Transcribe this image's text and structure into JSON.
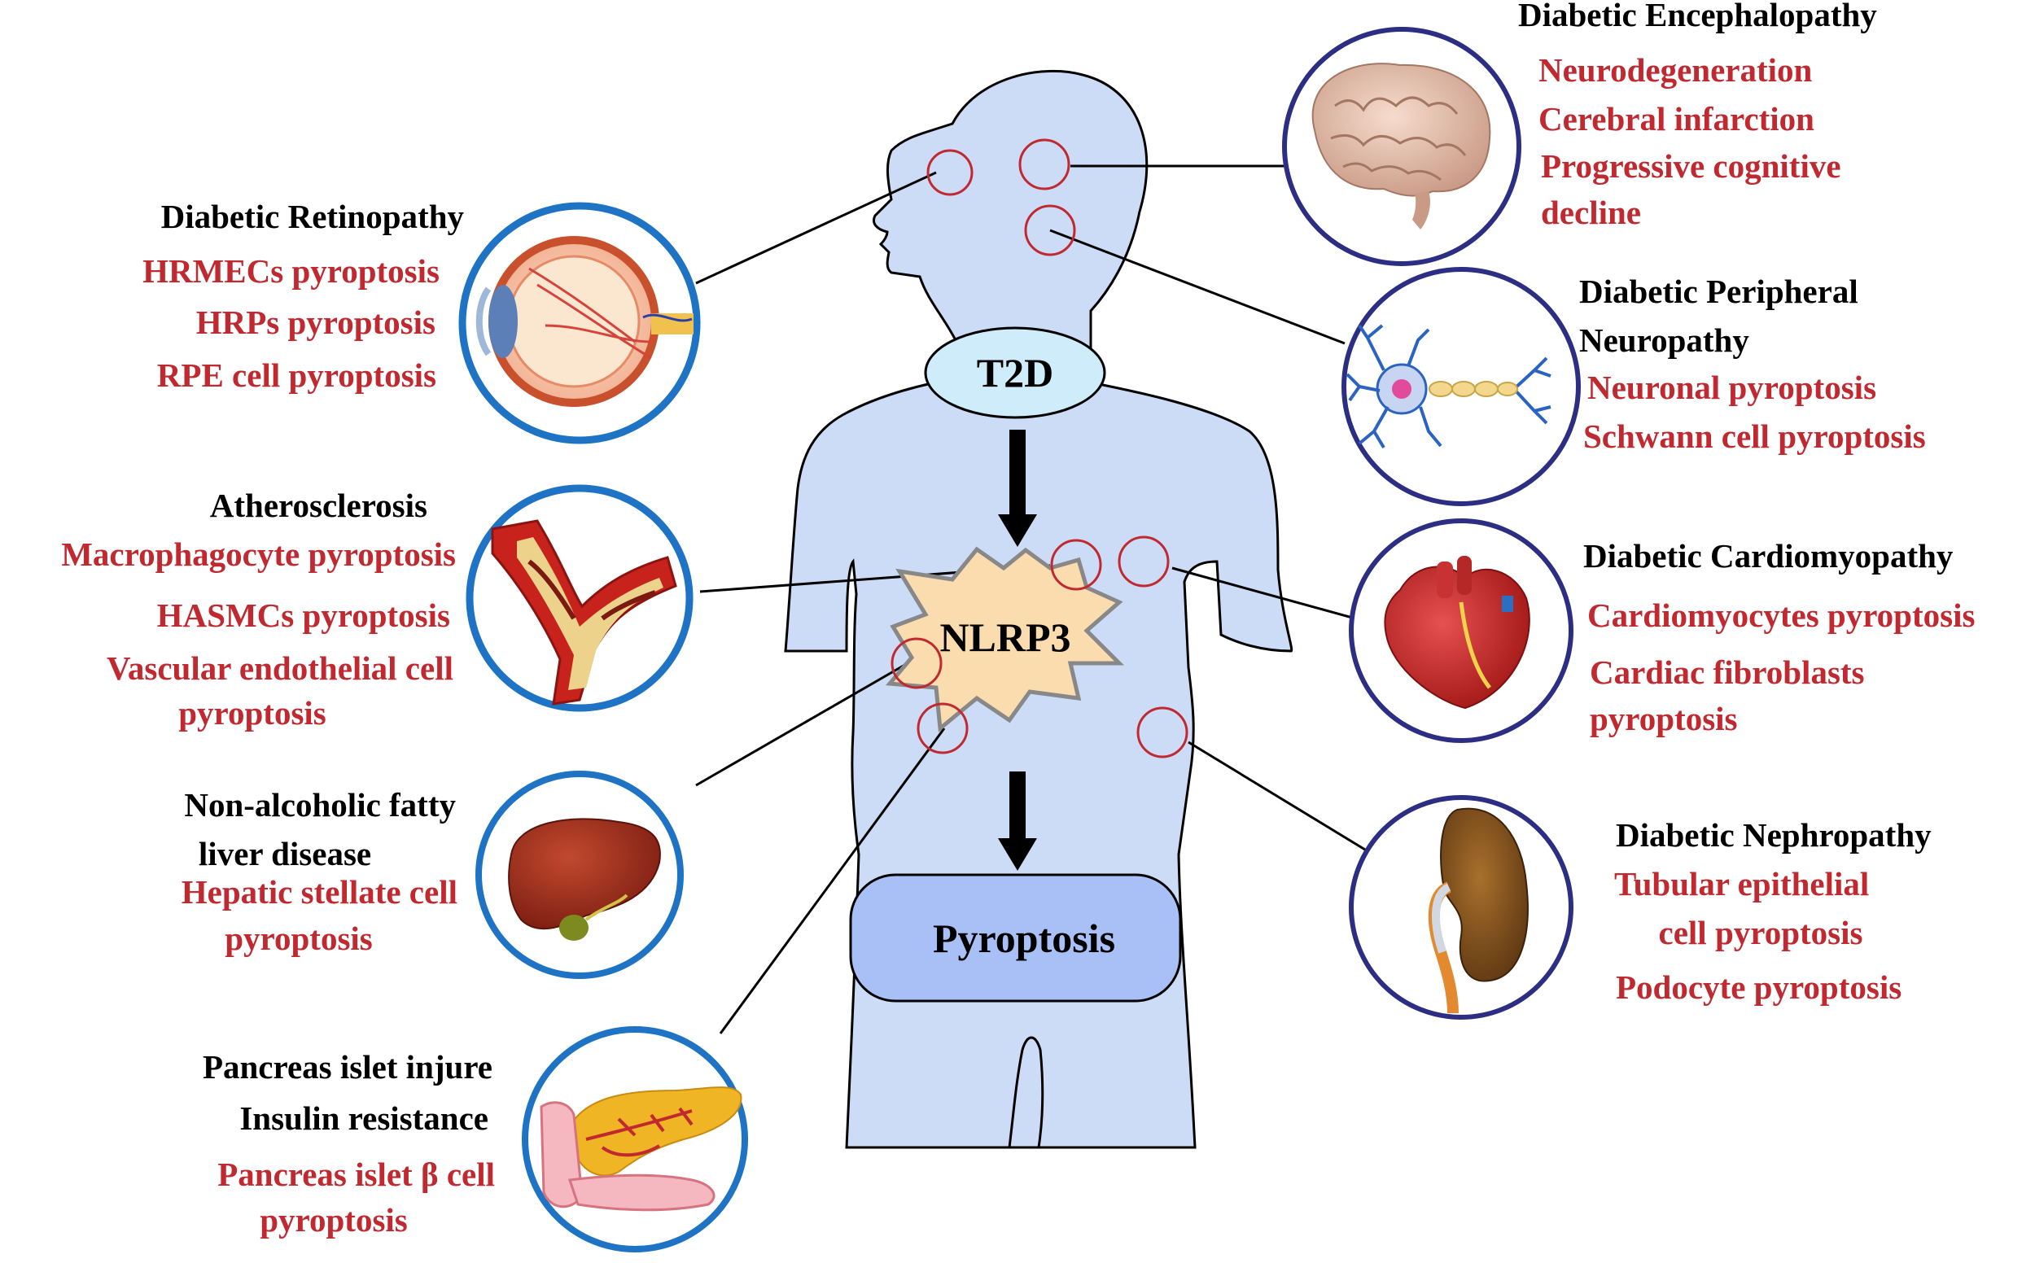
{
  "center": {
    "t2d": "T2D",
    "nlrp3": "NLRP3",
    "pyroptosis": "Pyroptosis"
  },
  "diseases": {
    "encephalopathy": {
      "title": "Diabetic Encephalopathy",
      "items": [
        "Neurodegeneration",
        "Cerebral infarction",
        "Progressive cognitive",
        "decline"
      ]
    },
    "retinopathy": {
      "title": "Diabetic Retinopathy",
      "items": [
        "HRMECs pyroptosis",
        "HRPs pyroptosis",
        "RPE cell pyroptosis"
      ]
    },
    "neuropathy": {
      "title": [
        "Diabetic Peripheral",
        "Neuropathy"
      ],
      "items": [
        "Neuronal pyroptosis",
        "Schwann cell pyroptosis"
      ]
    },
    "atherosclerosis": {
      "title": "Atherosclerosis",
      "items": [
        "Macrophagocyte pyroptosis",
        "HASMCs pyroptosis",
        "Vascular endothelial cell",
        "pyroptosis"
      ]
    },
    "cardiomyopathy": {
      "title": "Diabetic Cardiomyopathy",
      "items": [
        "Cardiomyocytes pyroptosis",
        "Cardiac fibroblasts",
        "pyroptosis"
      ]
    },
    "nafld": {
      "title": [
        "Non-alcoholic fatty",
        "liver disease"
      ],
      "items": [
        "Hepatic stellate cell",
        "pyroptosis"
      ]
    },
    "nephropathy": {
      "title": "Diabetic Nephropathy",
      "items": [
        "Tubular epithelial",
        "cell pyroptosis",
        "Podocyte pyroptosis"
      ]
    },
    "pancreas": {
      "title": [
        "Pancreas islet injure",
        "Insulin resistance"
      ],
      "items": [
        "Pancreas islet β cell",
        "pyroptosis"
      ]
    }
  },
  "colors": {
    "body_fill": "#ccdcf7",
    "t2d_fill": "#cfecfb",
    "nlrp3_fill": "#fbdcae",
    "pyroptosis_fill": "#a9c0f6",
    "red_text": "#c0292f",
    "ring_light": "#1e73c4",
    "ring_dark": "#2b2e82",
    "site_circle": "#c0292f"
  },
  "icons": {
    "brain": "brain-icon",
    "eye": "eye-icon",
    "neuron": "neuron-icon",
    "artery": "artery-icon",
    "heart": "heart-icon",
    "liver": "liver-icon",
    "kidney": "kidney-icon",
    "pancreas": "pancreas-icon"
  }
}
